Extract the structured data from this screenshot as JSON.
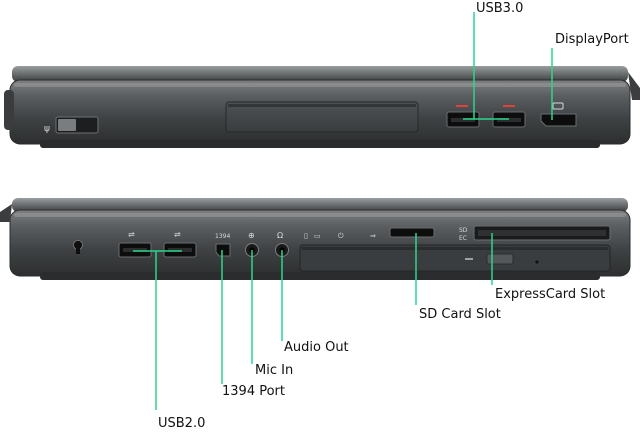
{
  "colors": {
    "leader_line": "#2bd68c",
    "chassis_dark": "#2f3132",
    "chassis_mid": "#5f6264",
    "chassis_light": "#8a8d8f",
    "port_black": "#111111",
    "usb_accent": "#d9433a"
  },
  "top_view": {
    "labels": {
      "usb3": "USB3.0",
      "displayport": "DisplayPort"
    },
    "port_icons": [
      "wifi-switch",
      "usb-port",
      "usb-port",
      "displayport-port"
    ]
  },
  "bottom_view": {
    "labels": {
      "usb2": "USB2.0",
      "firewire": "1394 Port",
      "mic": "Mic In",
      "audio": "Audio Out",
      "sd": "SD Card Slot",
      "expresscard": "ExpressCard Slot"
    },
    "tiny_labels": {
      "firewire_tag": "1394",
      "sd_tag": "SD",
      "express_tag": "EC"
    },
    "port_icons": [
      "lock-slot",
      "usb-port",
      "usb-port",
      "firewire-port",
      "mic-jack",
      "headphone-jack",
      "sd-slot",
      "expresscard-slot",
      "optical-drive"
    ]
  }
}
